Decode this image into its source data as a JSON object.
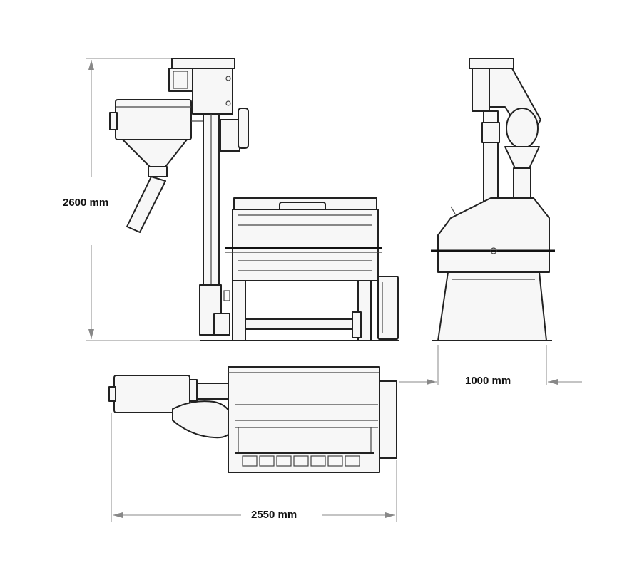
{
  "dimensions": {
    "height": "2600 mm",
    "depth": "1000 mm",
    "width": "2550 mm"
  },
  "colors": {
    "line": "#222222",
    "dimension_line": "#888888",
    "background": "#ffffff"
  }
}
